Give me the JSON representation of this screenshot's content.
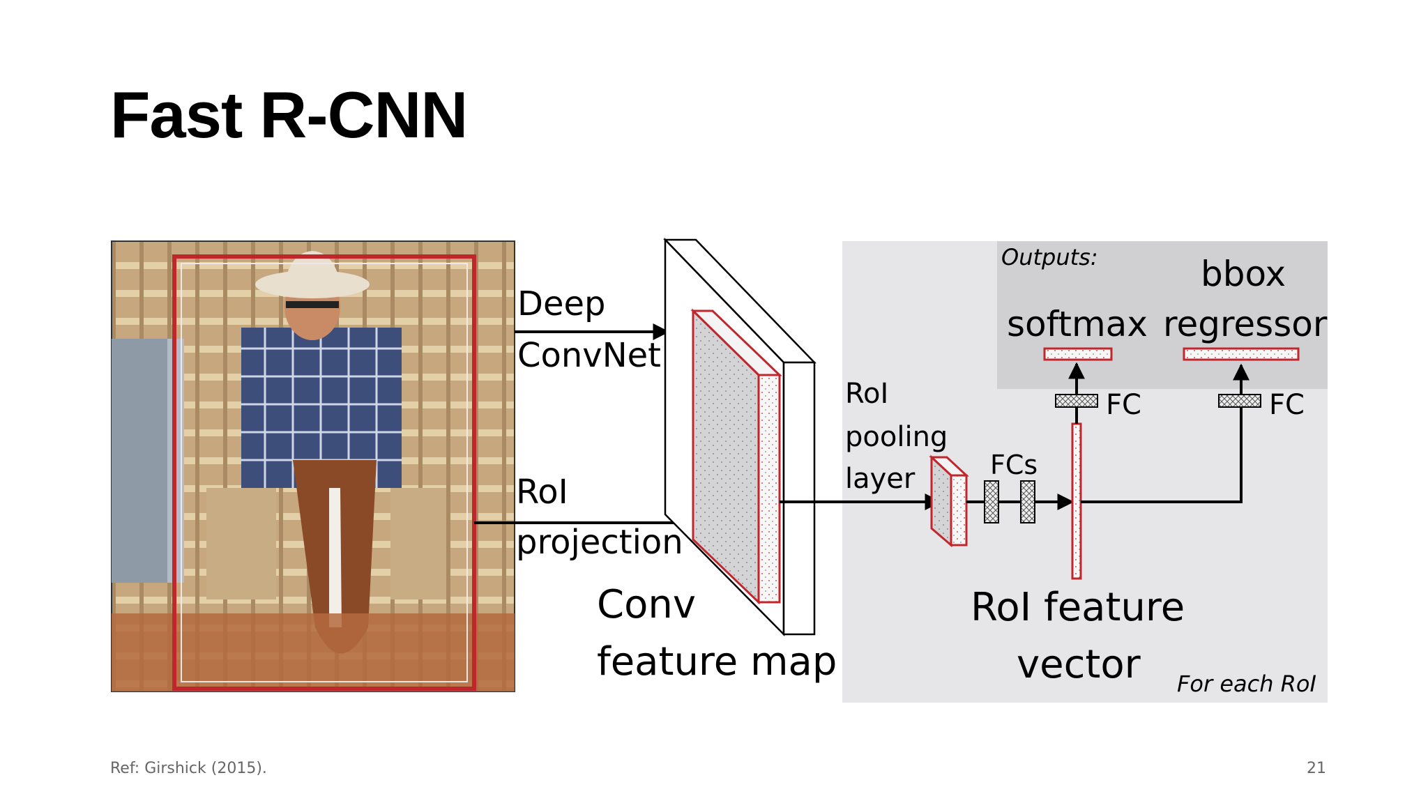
{
  "slide": {
    "title": "Fast R-CNN",
    "footer_ref": "Ref: Girshick (2015).",
    "page_number": "21"
  },
  "diagram": {
    "label_deep": "Deep",
    "label_convnet": "ConvNet",
    "label_roi": "RoI",
    "label_projection": "projection",
    "label_conv": "Conv",
    "label_feature_map": "feature map",
    "label_pool_1": "RoI",
    "label_pool_2": "pooling",
    "label_pool_3": "layer",
    "label_fcs": "FCs",
    "label_outputs": "Outputs:",
    "label_softmax": "softmax",
    "label_bbox": "bbox",
    "label_regressor": "regressor",
    "label_fc_left": "FC",
    "label_fc_right": "FC",
    "label_roi_feature": "RoI feature",
    "label_vector": "vector",
    "label_for_each": "For each RoI",
    "colors": {
      "red": "#c0272d",
      "panel": "#e6e6e8",
      "outputs_panel": "#d0d0d2"
    }
  }
}
